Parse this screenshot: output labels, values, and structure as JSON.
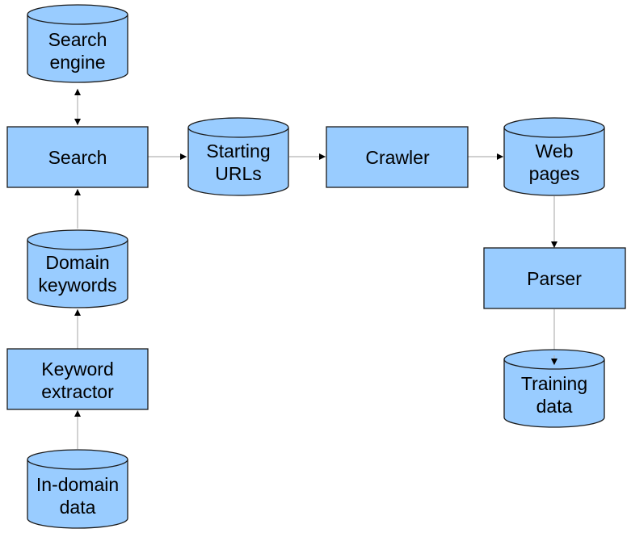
{
  "colors": {
    "fill": "#99ccff",
    "stroke": "#1a1a1a",
    "connector": "#b3b3b3",
    "arrowhead": "#000000"
  },
  "nodes": {
    "search_engine": [
      "Search",
      "engine"
    ],
    "search": [
      "Search"
    ],
    "starting_urls": [
      "Starting",
      "URLs"
    ],
    "crawler": [
      "Crawler"
    ],
    "web_pages": [
      "Web",
      "pages"
    ],
    "domain_keywords": [
      "Domain",
      "keywords"
    ],
    "keyword_extractor": [
      "Keyword",
      "extractor"
    ],
    "in_domain_data": [
      "In-domain",
      "data"
    ],
    "parser": [
      "Parser"
    ],
    "training_data": [
      "Training",
      "data"
    ]
  }
}
